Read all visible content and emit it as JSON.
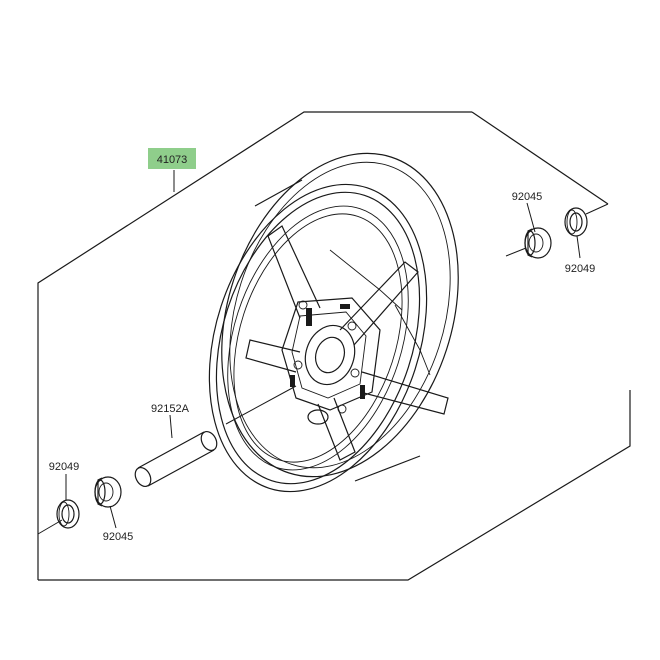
{
  "parts": {
    "wheel": {
      "number": "41073",
      "highlight_color": "#8fce8b"
    },
    "bearing_right": {
      "number": "92045"
    },
    "seal_right": {
      "number": "92049"
    },
    "spacer": {
      "number": "92152A"
    },
    "seal_left": {
      "number": "92049"
    },
    "bearing_left": {
      "number": "92045"
    }
  },
  "colors": {
    "line": "#1a1a1a",
    "background": "#ffffff"
  }
}
